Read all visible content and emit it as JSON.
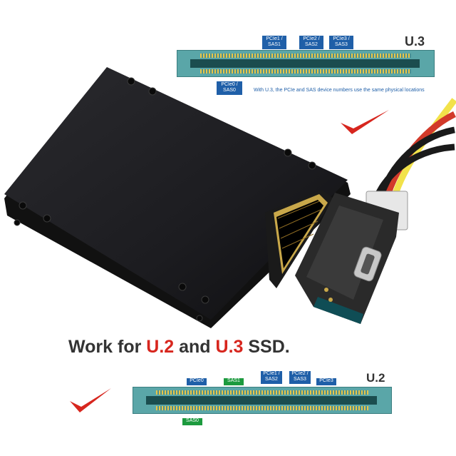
{
  "u3": {
    "title": "U.3",
    "labels_top": [
      "PCIe1 / SAS1",
      "PCIe2 / SAS2",
      "PCIe3 / SAS3"
    ],
    "label_bottom": "PCIe0 / SAS0",
    "note": "With U.3, the PCIe and SAS device numbers use the same physical locations"
  },
  "headline": {
    "prefix": "Work for ",
    "u2": "U.2",
    "and": " and ",
    "u3": "U.3",
    "suffix": " SSD."
  },
  "u2": {
    "title": "U.2",
    "labels_top": [
      {
        "text": "PCIe0",
        "color": "blue"
      },
      {
        "text": "SAS1",
        "color": "green"
      },
      {
        "text": "PCIe1 / SAS2",
        "color": "blue"
      },
      {
        "text": "PCIe2 / SAS3",
        "color": "blue"
      },
      {
        "text": "PCIe3",
        "color": "blue"
      }
    ],
    "label_bottom": "SAS0"
  },
  "colors": {
    "accent_red": "#d7261e",
    "text_dark": "#333333",
    "pcie_blue": "#1f5fa8",
    "sas_green": "#1c9a3e",
    "connector_teal": "#5aa6a8"
  },
  "images": {
    "ssd_enclosure": "black-ssd-enclosure",
    "adapter_board": "u2-to-sata-adapter-with-power-cable",
    "checkmark_1": "red-checkmark-icon",
    "checkmark_2": "red-checkmark-icon"
  }
}
